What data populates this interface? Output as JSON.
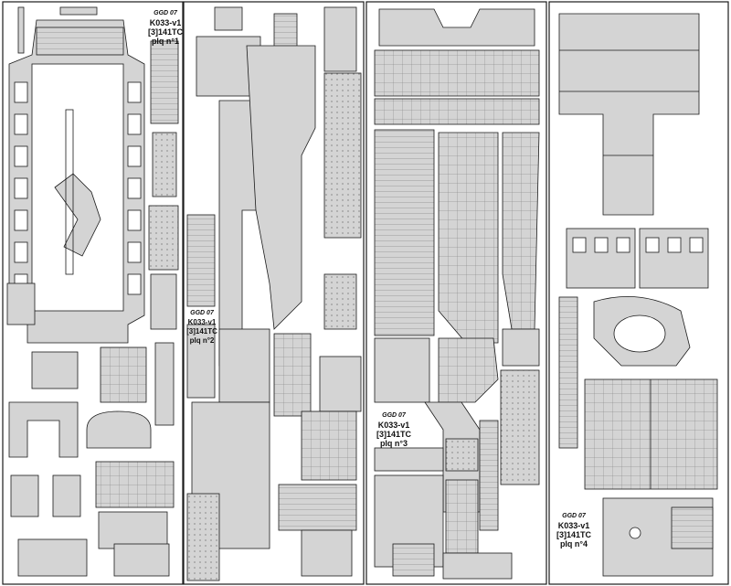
{
  "colors": {
    "line": "#1a1a1a",
    "fill": "#d4d4d4",
    "fill_dark": "#8c8c8c",
    "paper": "#ffffff"
  },
  "sheets": [
    {
      "id": "plq1",
      "logo": "GGD 07",
      "code": "K033-v1",
      "ref": "[3]141TC",
      "plate": "plq n°1"
    },
    {
      "id": "plq2",
      "logo": "GGD 07",
      "code": "K033-v1",
      "ref": "[3]141TC",
      "plate": "plq n°2"
    },
    {
      "id": "plq3",
      "logo": "GGD 07",
      "code": "K033-v1",
      "ref": "[3]141TC",
      "plate": "plq n°3"
    },
    {
      "id": "plq4",
      "logo": "GGD 07",
      "code": "K033-v1",
      "ref": "[3]141TC",
      "plate": "plq n°4"
    }
  ]
}
